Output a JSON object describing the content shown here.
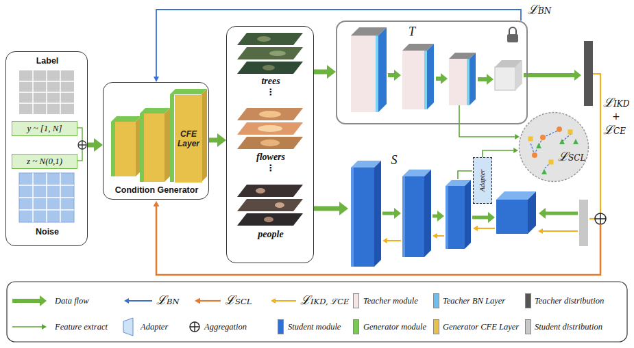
{
  "diagram": {
    "nodes": [
      {
        "text": [
          "Label",
          "Noise"
        ]
      },
      {
        "text": [
          "y ~ [1, N]"
        ],
        "in": 0
      },
      {
        "text": [
          "z ~ N(0,1)"
        ],
        "in": 0
      },
      {
        "text": [
          "Condition Generator"
        ]
      },
      {
        "text": [
          "CFE Layer"
        ],
        "in": 3
      },
      {
        "text": [
          "trees",
          "⋮",
          "flowers",
          "⋮",
          "people"
        ]
      },
      {
        "text": [
          "T"
        ]
      },
      {
        "text": [
          "S"
        ]
      },
      {
        "text": [
          "Adapter"
        ],
        "in": 7
      },
      {
        "text": [
          "ℒSCL"
        ]
      }
    ],
    "edges": [
      {
        "from": 0,
        "to": 3,
        "arrow": "to"
      },
      {
        "from": 3,
        "to": 5,
        "arrow": "to"
      },
      {
        "from": 5,
        "to": 6,
        "arrow": "to"
      },
      {
        "from": 5,
        "to": 7,
        "arrow": "to"
      },
      {
        "from": 6,
        "to": 3,
        "label": "ℒBN",
        "arrow": "to"
      },
      {
        "from": 6,
        "to": 9,
        "arrow": "to"
      },
      {
        "from": 8,
        "to": 9,
        "arrow": "to"
      }
    ],
    "labels": [
      "ℒIKD",
      "+",
      "ℒCE"
    ],
    "legend": [
      {
        "text": "Data flow"
      },
      {
        "text": "ℒBN"
      },
      {
        "text": "ℒSCL"
      },
      {
        "text": "ℒIKD, ℒCE"
      },
      {
        "text": "Teacher module",
        "color": "#f4e6e6"
      },
      {
        "text": "Teacher  BN Layer",
        "color": "#6cc0ee"
      },
      {
        "text": "Teacher distribution",
        "color": "#555555"
      },
      {
        "text": "Feature extract"
      },
      {
        "text": "Adapter"
      },
      {
        "text": "Aggregation"
      },
      {
        "text": "Student module",
        "color": "#2f72d4"
      },
      {
        "text": "Generator module",
        "color": "#7cc855"
      },
      {
        "text": "Generator CFE Layer",
        "color": "#e8c14a"
      },
      {
        "text": "Student distribution",
        "color": "#c8c8c8"
      }
    ]
  }
}
